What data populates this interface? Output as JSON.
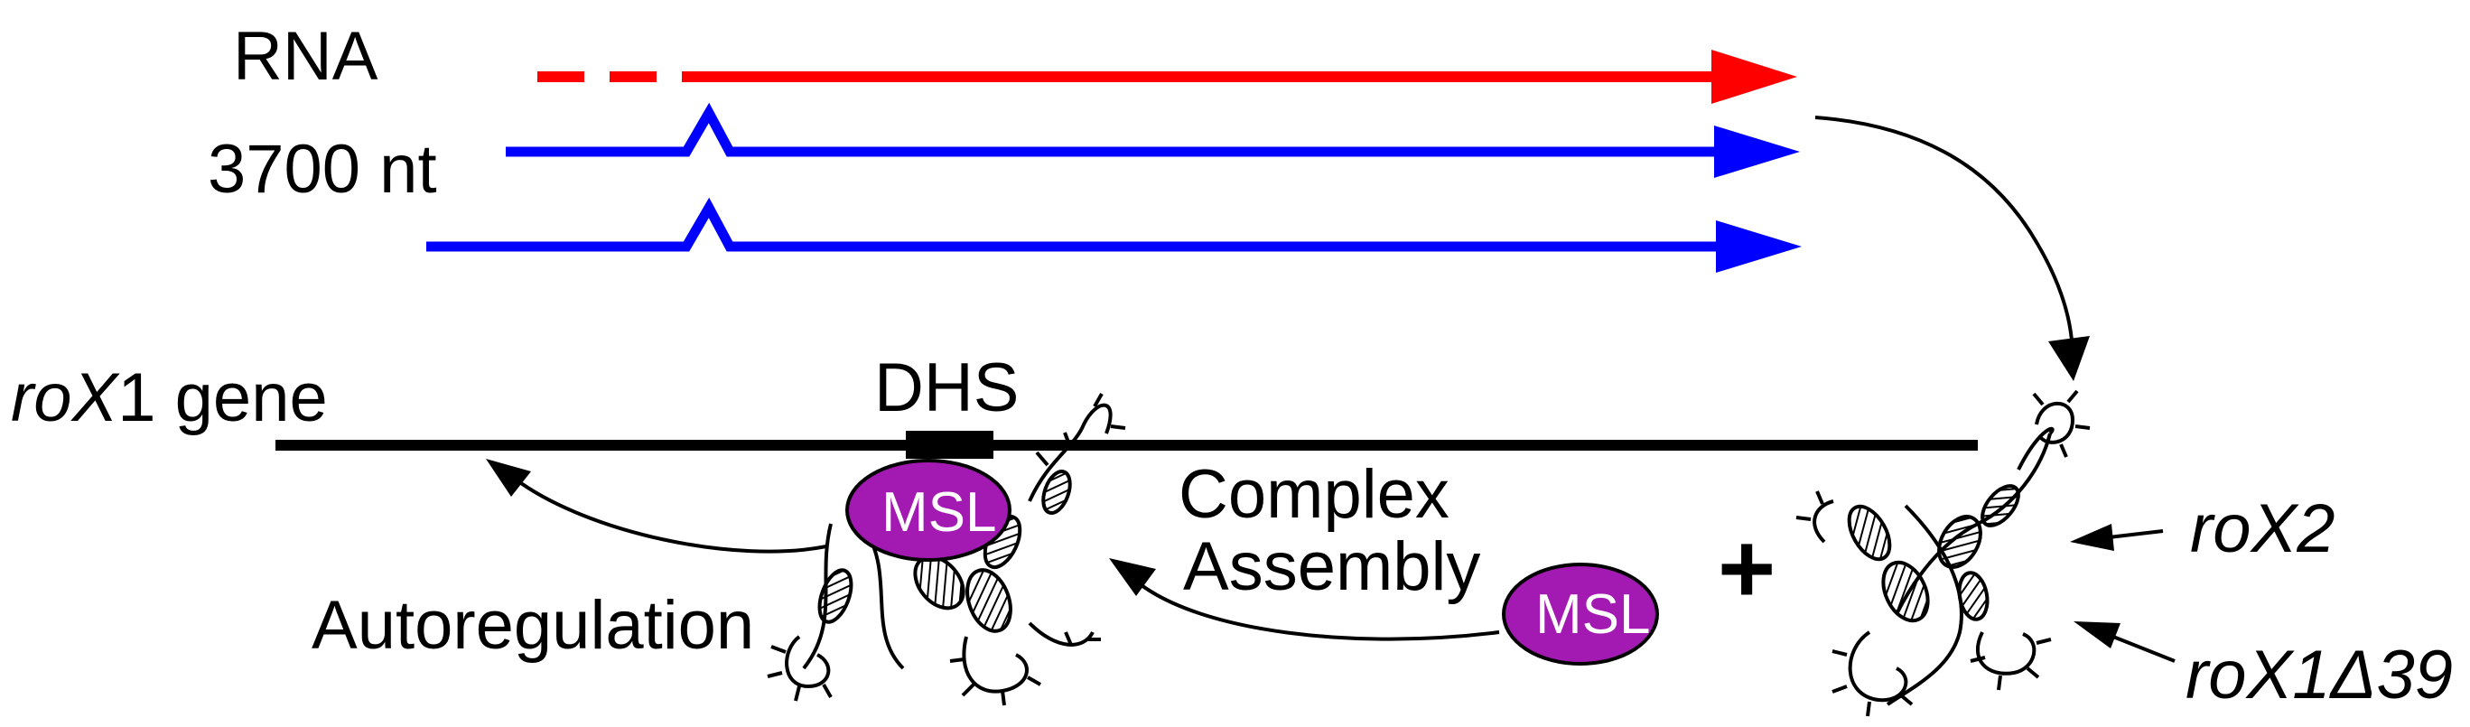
{
  "labels": {
    "rna": "RNA",
    "nt": "3700 nt",
    "gene_italic": "roX",
    "gene_rest": "1 gene",
    "dhs": "DHS",
    "msl": "MSL",
    "complex": "Complex",
    "assembly": "Assembly",
    "autoregulation": "Autoregulation",
    "plus": "+",
    "rox2": "roX2",
    "rox1d39": "roX1Δ39"
  },
  "colors": {
    "rna_red": "#ff0000",
    "rna_blue": "#0000ff",
    "msl_purple": "#a31ab2",
    "line": "#000000"
  }
}
